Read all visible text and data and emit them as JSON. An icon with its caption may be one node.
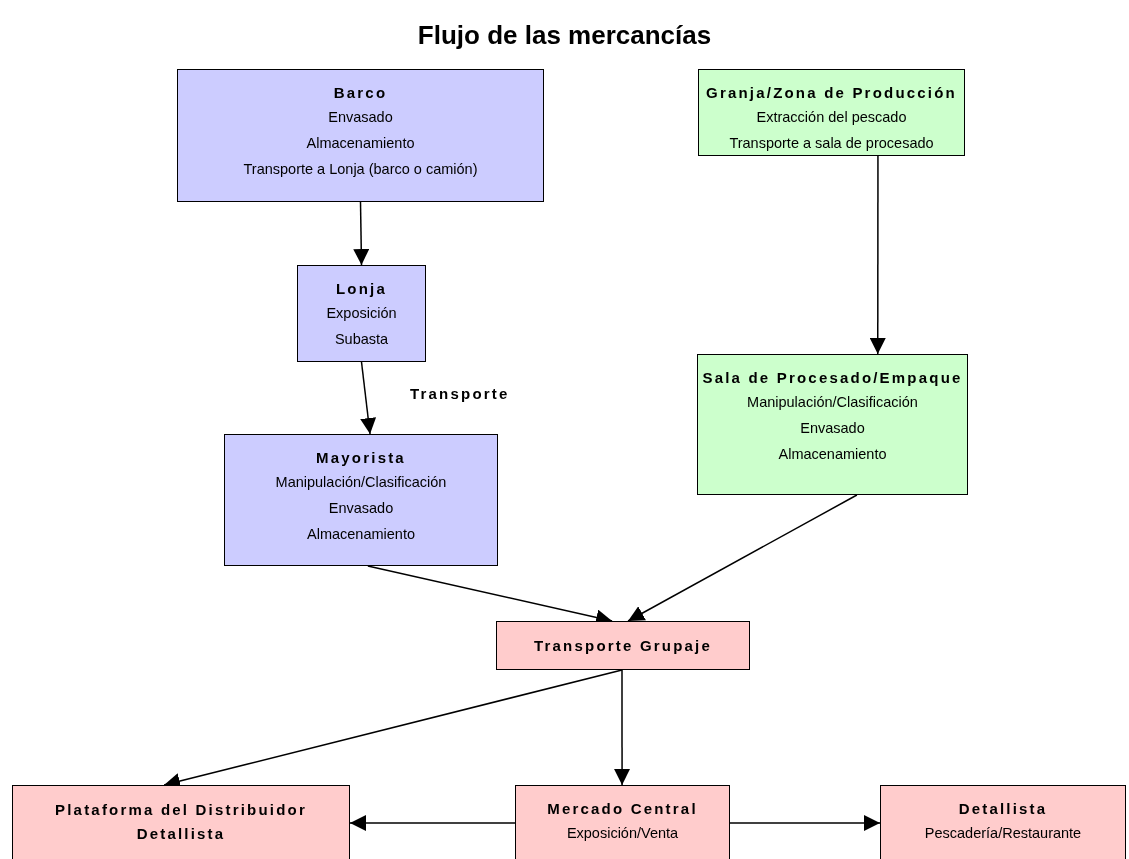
{
  "diagram": {
    "title": "Flujo de las mercancías",
    "nodes": [
      {
        "text": [
          "Barco",
          "Envasado",
          "Almacenamiento",
          "Transporte a Lonja (barco o camión)"
        ]
      },
      {
        "text": [
          "Granja/Zona de Producción",
          "Extracción del pescado",
          "Transporte a sala de procesado"
        ]
      },
      {
        "text": [
          "Lonja",
          "Exposición",
          "Subasta"
        ]
      },
      {
        "text": [
          "Sala de Procesado/Empaque",
          "Manipulación/Clasificación",
          "Envasado",
          "Almacenamiento"
        ]
      },
      {
        "text": [
          "Mayorista",
          "Manipulación/Clasificación",
          "Envasado",
          "Almacenamiento"
        ]
      },
      {
        "text": [
          "Transporte Grupaje"
        ]
      },
      {
        "text": [
          "Plataforma del Distribuidor Detallista"
        ]
      },
      {
        "text": [
          "Mercado Central",
          "Exposición/Venta"
        ]
      },
      {
        "text": [
          "Detallista",
          "Pescadería/Restaurante"
        ]
      }
    ],
    "edges": [
      {
        "from": 0,
        "to": 2,
        "arrow": "to"
      },
      {
        "from": 1,
        "to": 3,
        "arrow": "to"
      },
      {
        "from": 2,
        "to": 4,
        "arrow": "to",
        "label": "Transporte"
      },
      {
        "from": 4,
        "to": 5,
        "arrow": "to"
      },
      {
        "from": 3,
        "to": 5,
        "arrow": "to"
      },
      {
        "from": 5,
        "to": 6,
        "arrow": "to"
      },
      {
        "from": 5,
        "to": 7,
        "arrow": "to"
      },
      {
        "from": 7,
        "to": 6,
        "arrow": "to"
      },
      {
        "from": 7,
        "to": 8,
        "arrow": "to"
      }
    ]
  }
}
